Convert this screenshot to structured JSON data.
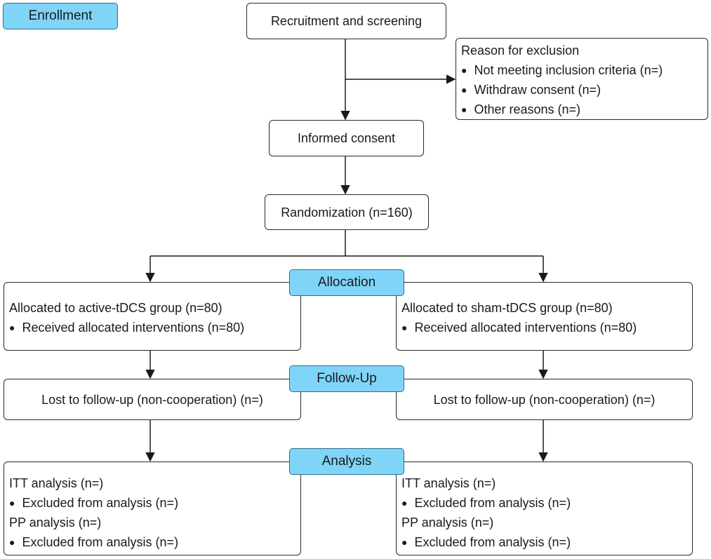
{
  "stages": {
    "enrollment": "Enrollment",
    "allocation": "Allocation",
    "followup": "Follow-Up",
    "analysis": "Analysis"
  },
  "recruitment": "Recruitment and screening",
  "exclusion": {
    "title": "Reason for exclusion",
    "items": [
      "Not meeting inclusion criteria (n=)",
      "Withdraw consent (n=)",
      "Other reasons (n=)"
    ]
  },
  "consent": "Informed consent",
  "randomization": "Randomization (n=160)",
  "active": {
    "allocated": "Allocated to active-tDCS group (n=80)",
    "received": "Received allocated interventions (n=80)",
    "lost": "Lost to follow-up (non-cooperation) (n=)",
    "itt": "ITT analysis (n=)",
    "itt_excluded": "Excluded from analysis (n=)",
    "pp": "PP analysis (n=)",
    "pp_excluded": "Excluded from analysis (n=)"
  },
  "sham": {
    "allocated": "Allocated to sham-tDCS group (n=80)",
    "received": "Received allocated interventions (n=80)",
    "lost": "Lost to follow-up (non-cooperation) (n=)",
    "itt": "ITT analysis (n=)",
    "itt_excluded": "Excluded from analysis (n=)",
    "pp": "PP analysis (n=)",
    "pp_excluded": "Excluded from analysis (n=)"
  },
  "bullet_glyph": "●",
  "colors": {
    "stage_fill": "#7fd4f7",
    "border": "#2a2a2a"
  }
}
